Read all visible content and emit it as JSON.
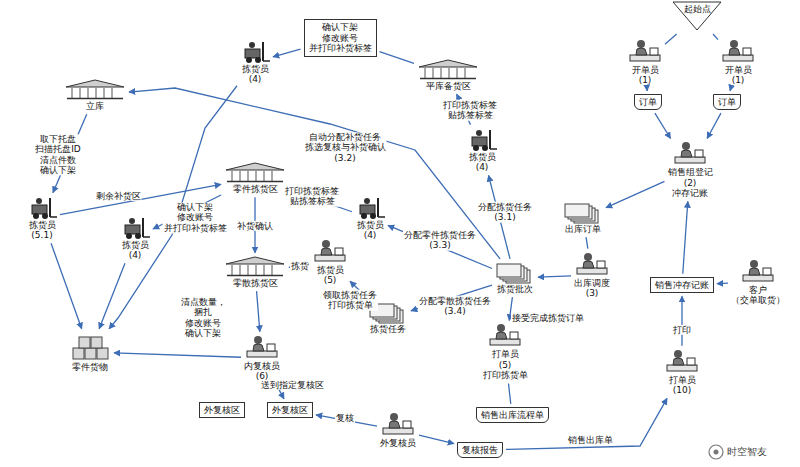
{
  "diagram": {
    "nodes": [
      {
        "text": [
          "起始点"
        ]
      },
      {
        "text": [
          "开单员(1)"
        ]
      },
      {
        "text": [
          "开单员(1)"
        ]
      },
      {
        "text": [
          "订单"
        ]
      },
      {
        "text": [
          "订单"
        ]
      },
      {
        "text": [
          "销售组登记(2)",
          "冲存记账"
        ]
      },
      {
        "text": [
          "出库订单"
        ]
      },
      {
        "text": [
          "出库调度(3)"
        ]
      },
      {
        "text": [
          "拣货批次"
        ]
      },
      {
        "text": [
          "平库备货区"
        ]
      },
      {
        "text": [
          "确认下架 修改账号 并打印补货标签"
        ]
      },
      {
        "text": [
          "拣货员(4)"
        ]
      },
      {
        "text": [
          "拣货员(4)"
        ]
      },
      {
        "text": [
          "立库"
        ]
      },
      {
        "text": [
          "拣货员(5.1)"
        ]
      },
      {
        "text": [
          "拣货员(4)"
        ]
      },
      {
        "text": [
          "零件拣货区"
        ]
      },
      {
        "text": [
          "拣货员(4)"
        ]
      },
      {
        "text": [
          "零散拣货区"
        ]
      },
      {
        "text": [
          "拣货员(5)"
        ]
      },
      {
        "text": [
          "拣货任务"
        ]
      },
      {
        "text": [
          "零件货物"
        ]
      },
      {
        "text": [
          "内复核员(6)"
        ]
      },
      {
        "text": [
          "外复核区"
        ]
      },
      {
        "text": [
          "外复核区"
        ]
      },
      {
        "text": [
          "外复核员"
        ]
      },
      {
        "text": [
          "复核报告"
        ]
      },
      {
        "text": [
          "打单员(5)",
          "打印拣货单"
        ]
      },
      {
        "text": [
          "销售出库流程单"
        ]
      },
      {
        "text": [
          "打单员(10)"
        ]
      },
      {
        "text": [
          "销售冲存记账"
        ]
      },
      {
        "text": [
          "客户（交单取货）"
        ]
      }
    ],
    "edges": [
      {
        "from": 0,
        "to": 1,
        "arrow": "none"
      },
      {
        "from": 0,
        "to": 2,
        "arrow": "none"
      },
      {
        "from": 1,
        "to": 3,
        "arrow": "to"
      },
      {
        "from": 2,
        "to": 4,
        "arrow": "to"
      },
      {
        "from": 3,
        "to": 5,
        "arrow": "to"
      },
      {
        "from": 4,
        "to": 5,
        "arrow": "to"
      },
      {
        "from": 5,
        "to": 6,
        "arrow": "to"
      },
      {
        "from": 6,
        "to": 7,
        "arrow": "none"
      },
      {
        "from": 7,
        "to": 8,
        "arrow": "to"
      },
      {
        "from": 8,
        "to": 12,
        "label": "分配拣货任务(3.1)",
        "arrow": "to"
      },
      {
        "from": 12,
        "to": 9,
        "label": "打印拣货标签 贴拣签标签",
        "arrow": "to"
      },
      {
        "from": 9,
        "to": 10,
        "arrow": "none"
      },
      {
        "from": 10,
        "to": 11,
        "arrow": "to"
      },
      {
        "from": 11,
        "to": 21,
        "arrow": "to"
      },
      {
        "from": 8,
        "to": 13,
        "label": "自动分配补货任务 拣选复核与补货确认(3.2)",
        "arrow": "to"
      },
      {
        "from": 13,
        "to": 14,
        "label": "取下托盘 扫描托盘ID 清点件数 确认下架",
        "arrow": "to"
      },
      {
        "from": 14,
        "to": 16,
        "label": "剩余补货区",
        "arrow": "to"
      },
      {
        "from": 14,
        "to": 21,
        "arrow": "to"
      },
      {
        "from": 16,
        "to": 15,
        "label": "确认下架 修改账号 并打印补货标签",
        "arrow": "to"
      },
      {
        "from": 15,
        "to": 21,
        "arrow": "to"
      },
      {
        "from": 8,
        "to": 17,
        "label": "分配零件拣货任务(3.3)",
        "arrow": "to"
      },
      {
        "from": 17,
        "to": 16,
        "label": "打印拣货标签 贴拣签标签",
        "arrow": "to"
      },
      {
        "from": 16,
        "to": 18,
        "label": "补货确认",
        "arrow": "to"
      },
      {
        "from": 8,
        "to": 20,
        "label": "分配零散拣货任务(3.4)",
        "arrow": "to"
      },
      {
        "from": 20,
        "to": 19,
        "label": "领取拣货任务 打印拣货单",
        "arrow": "to"
      },
      {
        "from": 19,
        "to": 18,
        "label": "拣货",
        "arrow": "to"
      },
      {
        "from": 18,
        "to": 22,
        "label": "清点数量，捆扎 修改账号 确认下架",
        "arrow": "to"
      },
      {
        "from": 22,
        "to": 21,
        "arrow": "to"
      },
      {
        "from": 22,
        "to": 24,
        "label": "送到指定复核区",
        "arrow": "to"
      },
      {
        "from": 8,
        "to": 27,
        "label": "接受完成拣货订单",
        "arrow": "to"
      },
      {
        "from": 27,
        "to": 28,
        "arrow": "none"
      },
      {
        "from": 25,
        "to": 24,
        "label": "复核",
        "arrow": "to"
      },
      {
        "from": 25,
        "to": 26,
        "arrow": "to"
      },
      {
        "from": 26,
        "to": 29,
        "label": "销售出库单",
        "arrow": "to"
      },
      {
        "from": 29,
        "to": 30,
        "label": "打印",
        "arrow": "to"
      },
      {
        "from": 31,
        "to": 30,
        "arrow": "to"
      },
      {
        "from": 30,
        "to": 5,
        "arrow": "to"
      }
    ],
    "labels": [
      "时空智友"
    ]
  }
}
